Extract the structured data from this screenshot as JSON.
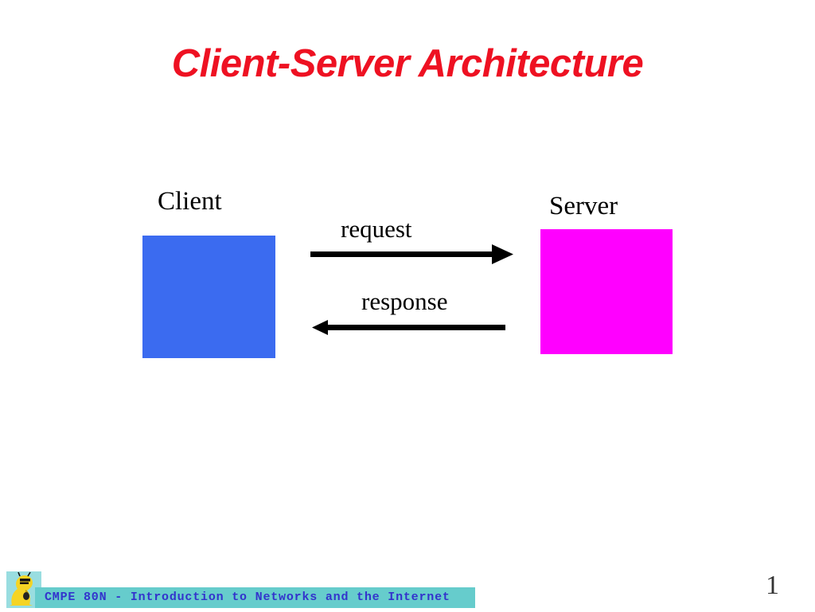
{
  "slide": {
    "title": "Client-Server Architecture",
    "background_color": "#ffffff",
    "title_color": "#ee1122",
    "page_number": "1"
  },
  "diagram": {
    "type": "client-server-request-response",
    "nodes": [
      {
        "id": "client",
        "label": "Client",
        "color": "#3b6bf0",
        "shape": "square"
      },
      {
        "id": "server",
        "label": "Server",
        "color": "#ff00ff",
        "shape": "square"
      }
    ],
    "edges": [
      {
        "id": "request",
        "label": "request",
        "from": "client",
        "to": "server",
        "direction": "right",
        "color": "#000000"
      },
      {
        "id": "response",
        "label": "response",
        "from": "server",
        "to": "client",
        "direction": "left",
        "color": "#000000"
      }
    ]
  },
  "footer": {
    "course_text": "CMPE 80N - Introduction to Networks and the Internet",
    "bar_color": "#66cccc",
    "text_color": "#3333cc",
    "logo_name": "banana-slug-mascot"
  }
}
